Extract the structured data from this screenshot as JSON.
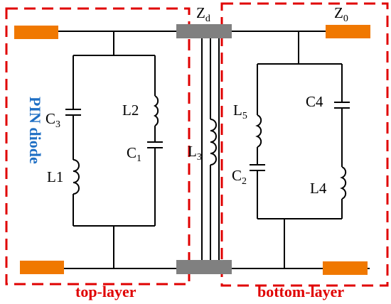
{
  "colors": {
    "pad": "#f07800",
    "via": "#808080",
    "boundary": "#e00000",
    "wire": "#000000",
    "diode_label": "#1f6fc4"
  },
  "labels": {
    "zd": {
      "main": "Z",
      "sub": "d"
    },
    "z0": {
      "main": "Z",
      "sub": "0"
    },
    "c3": {
      "main": "C",
      "sub": "3"
    },
    "l2": {
      "main": "L2"
    },
    "c1": {
      "main": "C",
      "sub": "1"
    },
    "l1": {
      "main": "L1"
    },
    "l3": {
      "main": "L",
      "sub": "3"
    },
    "l5": {
      "main": "L",
      "sub": "5"
    },
    "c4": {
      "main": "C4"
    },
    "c2": {
      "main": "C",
      "sub": "2"
    },
    "l4": {
      "main": "L4"
    }
  },
  "regions": {
    "left_label": "PIN diode",
    "top_layer": "top-layer",
    "bottom_layer": "bottom-layer"
  }
}
